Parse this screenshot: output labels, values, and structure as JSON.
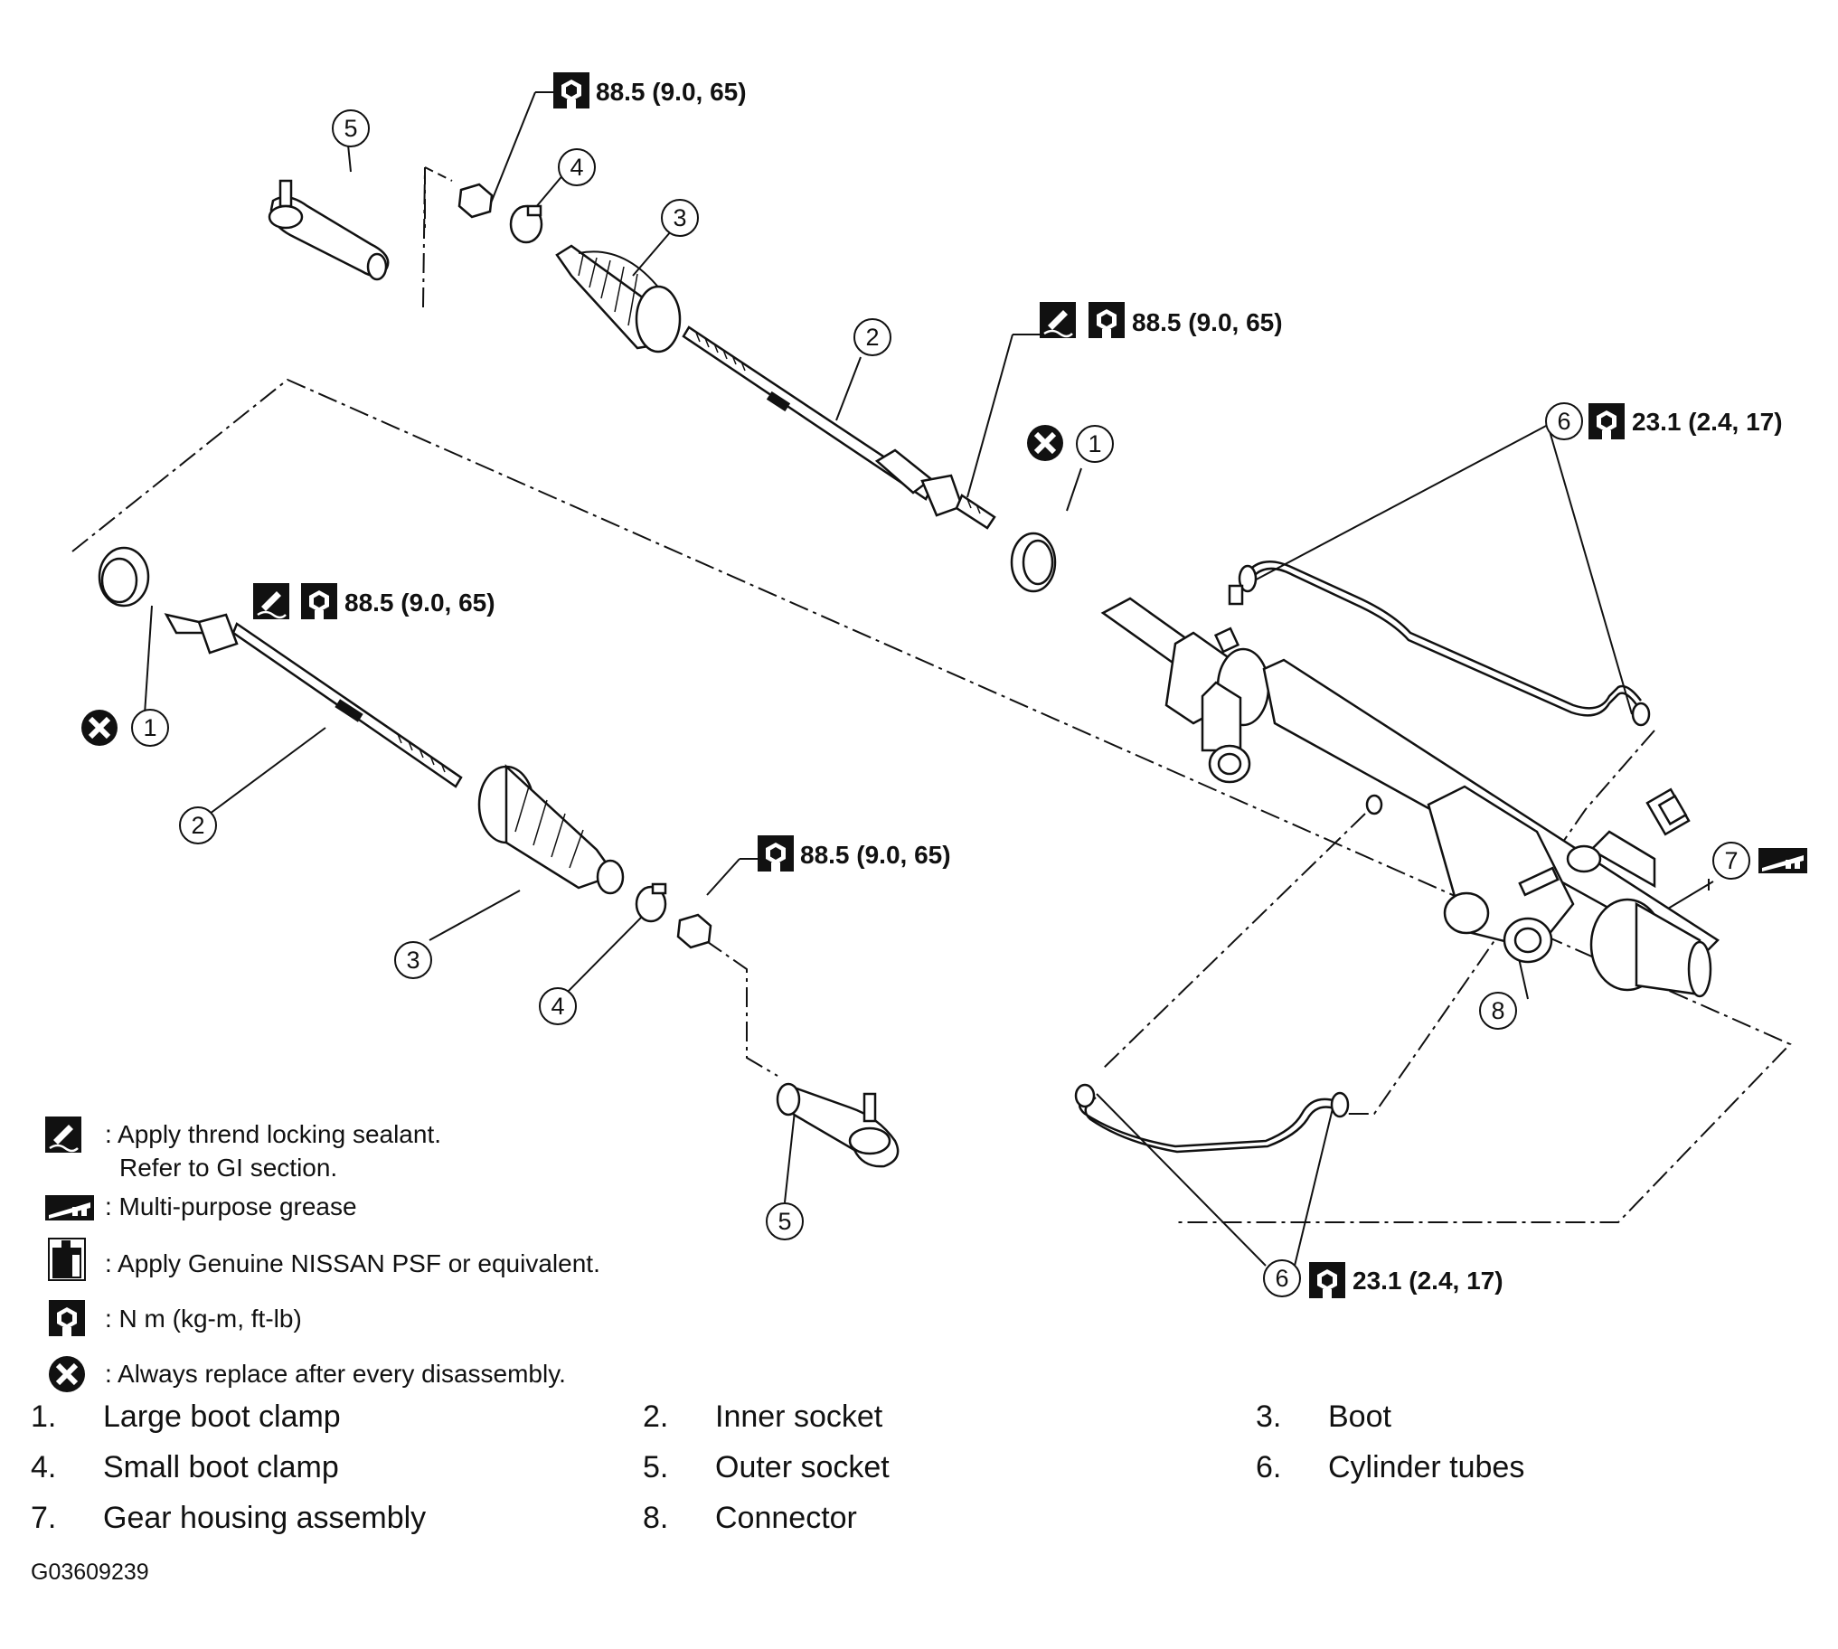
{
  "torque": {
    "outer_nut_top": "88.5 (9.0, 65)",
    "inner_socket_right": "88.5 (9.0, 65)",
    "inner_socket_left": "88.5 (9.0, 65)",
    "outer_nut_bottom": "88.5 (9.0, 65)",
    "tube_top": "23.1 (2.4, 17)",
    "tube_bottom": "23.1 (2.4, 17)"
  },
  "callouts": {
    "n1": "1",
    "n2": "2",
    "n3": "3",
    "n4": "4",
    "n5": "5",
    "n6": "6",
    "n7": "7",
    "n8": "8"
  },
  "legend": {
    "sealant_line1": ": Apply thrend locking sealant.",
    "sealant_line2": "Refer to GI section.",
    "grease": ": Multi-purpose grease",
    "psf": ": Apply Genuine NISSAN PSF or equivalent.",
    "torque_unit": ": N m (kg-m, ft-lb)",
    "replace": ": Always replace after every disassembly."
  },
  "parts": [
    {
      "num": "1.",
      "name": "Large boot clamp"
    },
    {
      "num": "2.",
      "name": "Inner socket"
    },
    {
      "num": "3.",
      "name": "Boot"
    },
    {
      "num": "4.",
      "name": "Small boot clamp"
    },
    {
      "num": "5.",
      "name": "Outer socket"
    },
    {
      "num": "6.",
      "name": "Cylinder tubes"
    },
    {
      "num": "7.",
      "name": "Gear housing assembly"
    },
    {
      "num": "8.",
      "name": "Connector"
    }
  ],
  "figure_id": "G03609239",
  "icons": [
    "torque-wrench-icon",
    "sealant-icon",
    "grease-icon",
    "psf-bottle-icon",
    "replace-x-icon"
  ],
  "colors": {
    "ink": "#111111",
    "background": "#ffffff"
  }
}
